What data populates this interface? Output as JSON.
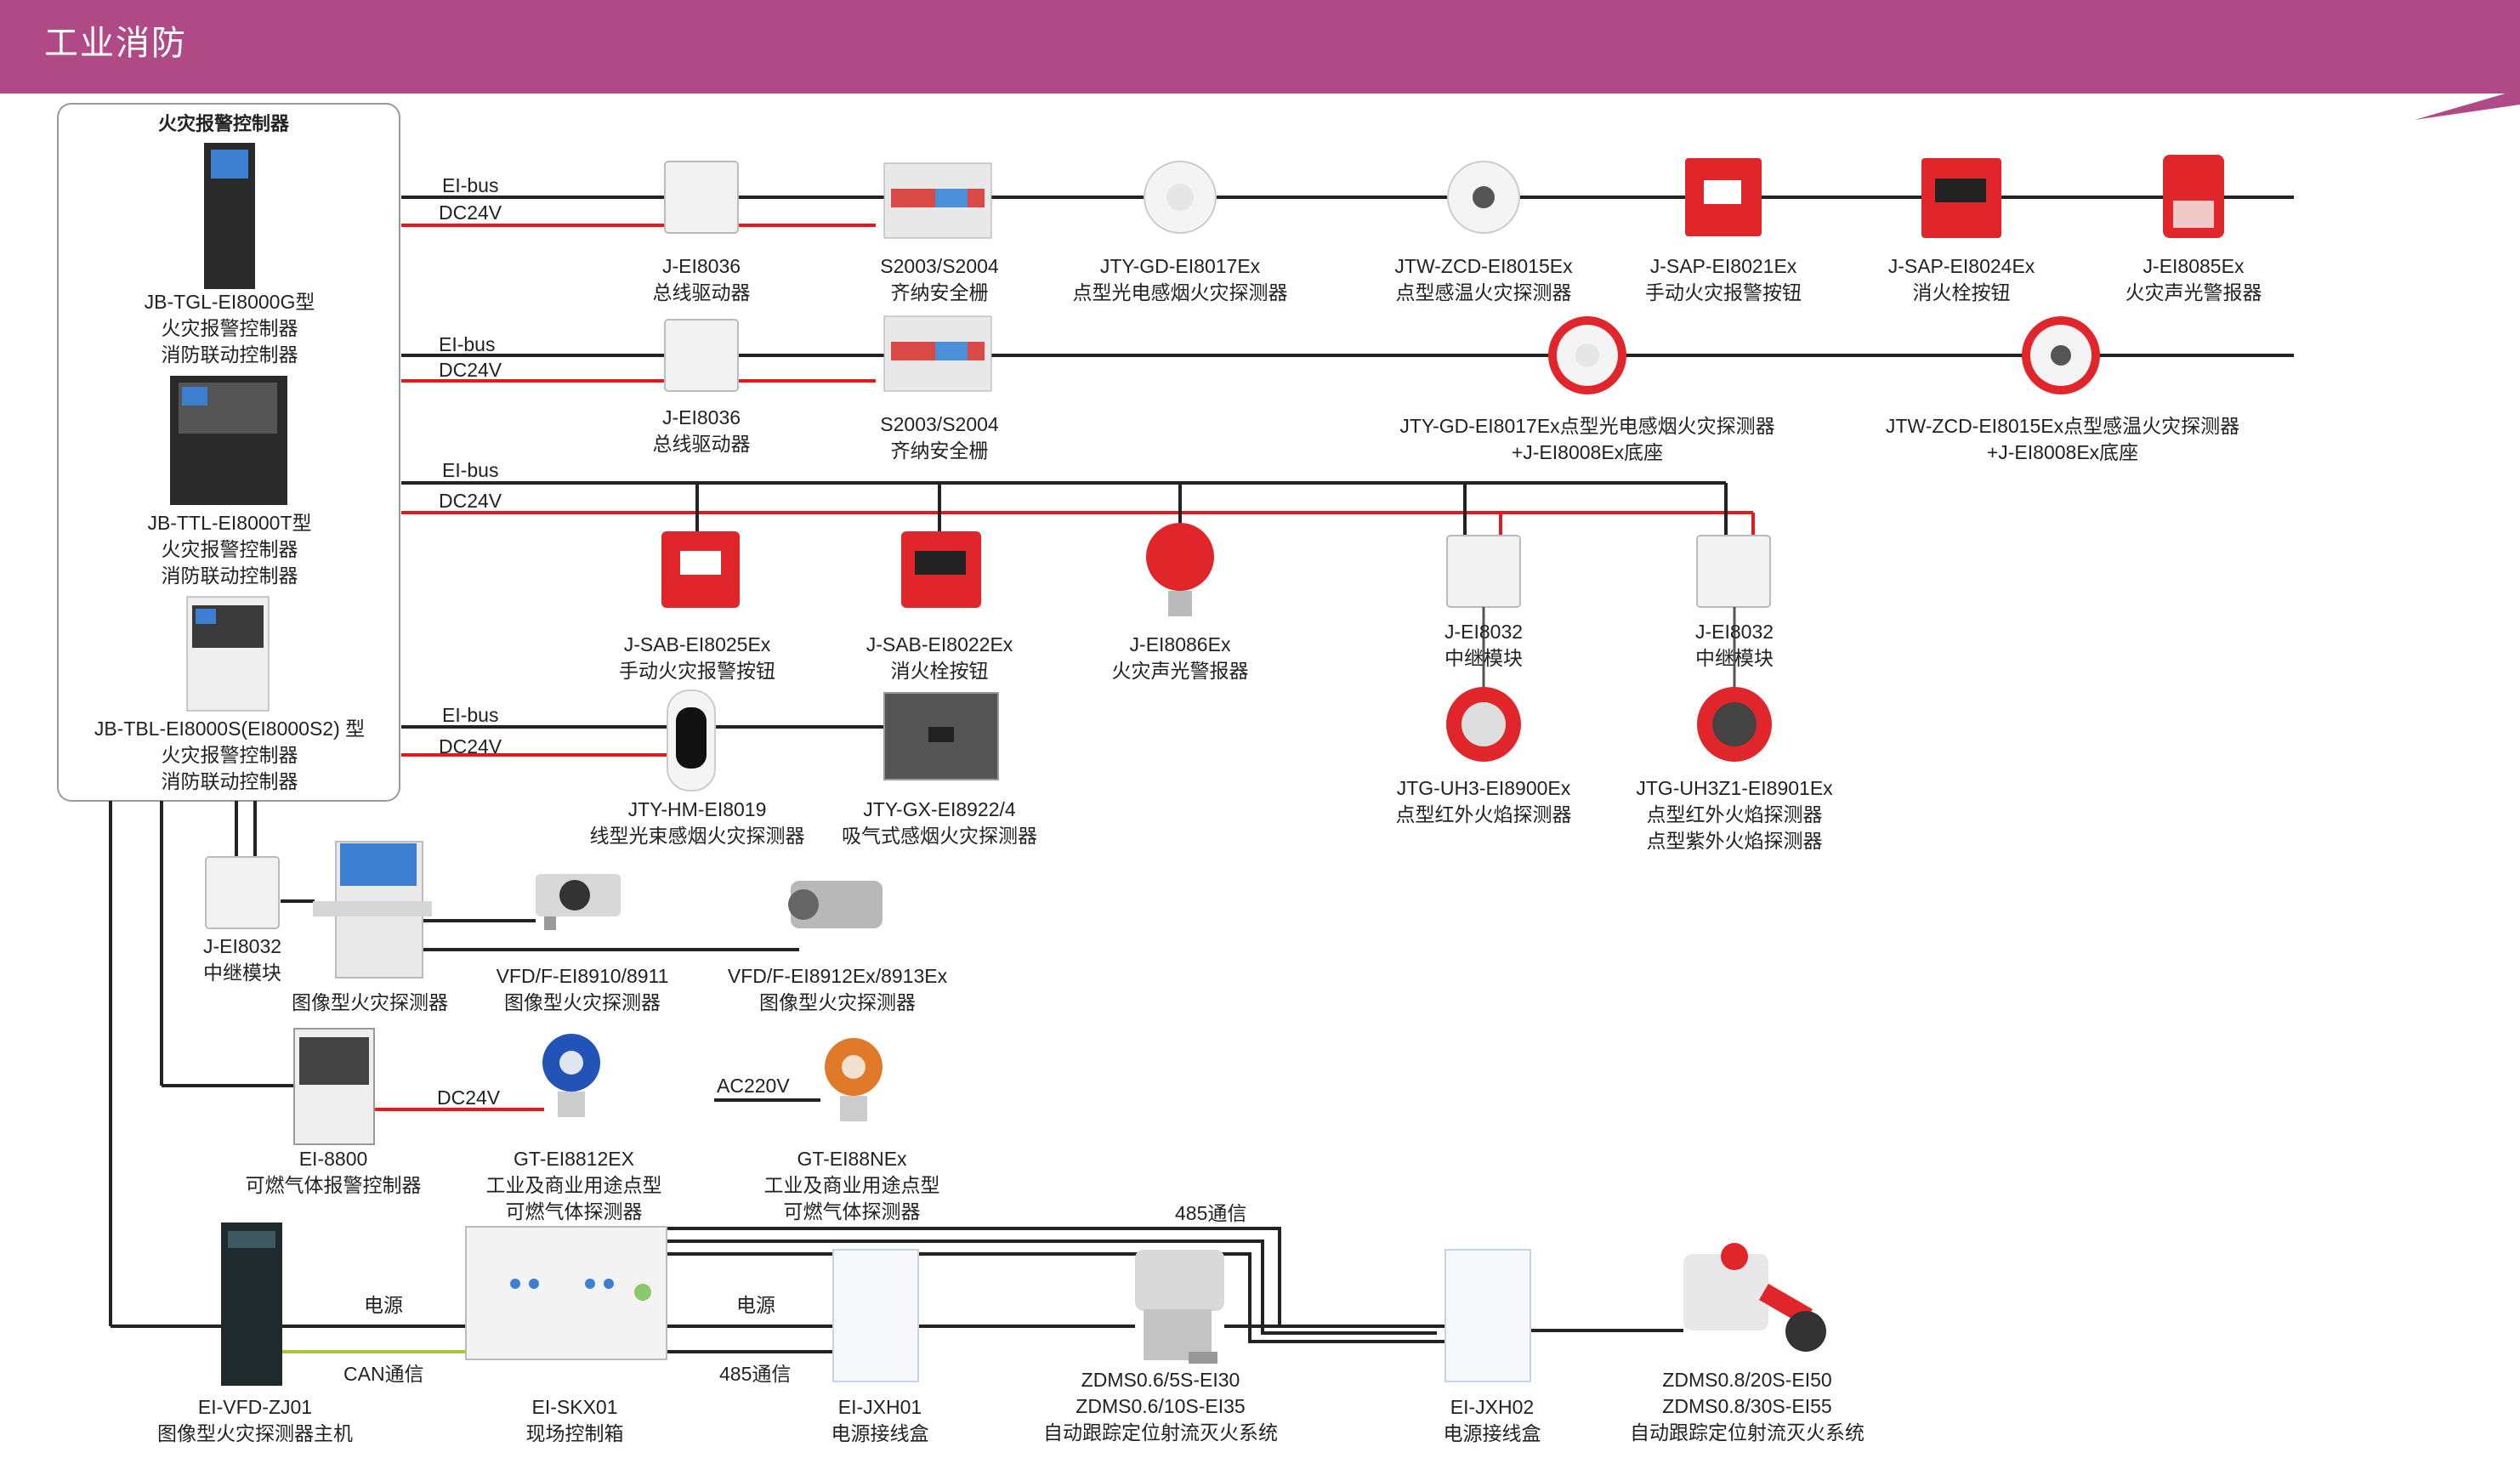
{
  "header": {
    "title": "工业消防",
    "color": "#b04a86"
  },
  "colors": {
    "bus_line": "#222222",
    "power_line": "#e3191b",
    "can_line": "#a8c43a",
    "device_red": "#e0252b"
  },
  "controller_box": {
    "title": "火灾报警控制器"
  },
  "controllers": [
    {
      "model": "JB-TGL-EI8000G型",
      "line2": "火灾报警控制器",
      "line3": "消防联动控制器"
    },
    {
      "model": "JB-TTL-EI8000T型",
      "line2": "火灾报警控制器",
      "line3": "消防联动控制器"
    },
    {
      "model": "JB-TBL-EI8000S(EI8000S2) 型",
      "line2": "火灾报警控制器",
      "line3": "消防联动控制器"
    }
  ],
  "bus_labels": {
    "eibus": "EI-bus",
    "dc24v": "DC24V",
    "ac220v": "AC220V",
    "power": "电源",
    "can": "CAN通信",
    "rs485": "485通信"
  },
  "row1": [
    {
      "model": "J-EI8036",
      "desc": "总线驱动器"
    },
    {
      "model": "S2003/S2004",
      "desc": "齐纳安全栅"
    },
    {
      "model": "JTY-GD-EI8017Ex",
      "desc": "点型光电感烟火灾探测器"
    },
    {
      "model": "JTW-ZCD-EI8015Ex",
      "desc": "点型感温火灾探测器"
    },
    {
      "model": "J-SAP-EI8021Ex",
      "desc": "手动火灾报警按钮"
    },
    {
      "model": "J-SAP-EI8024Ex",
      "desc": "消火栓按钮"
    },
    {
      "model": "J-EI8085Ex",
      "desc": "火灾声光警报器"
    }
  ],
  "row2": [
    {
      "model": "J-EI8036",
      "desc": "总线驱动器"
    },
    {
      "model": "S2003/S2004",
      "desc": "齐纳安全栅"
    },
    {
      "model": "JTY-GD-EI8017Ex点型光电感烟火灾探测器",
      "desc": "+J-EI8008Ex底座"
    },
    {
      "model": "JTW-ZCD-EI8015Ex点型感温火灾探测器",
      "desc": "+J-EI8008Ex底座"
    }
  ],
  "row3": [
    {
      "model": "J-SAB-EI8025Ex",
      "desc": "手动火灾报警按钮"
    },
    {
      "model": "J-SAB-EI8022Ex",
      "desc": "消火栓按钮"
    },
    {
      "model": "J-EI8086Ex",
      "desc": "火灾声光警报器"
    },
    {
      "model": "J-EI8032",
      "desc": "中继模块"
    },
    {
      "model": "J-EI8032",
      "desc": "中继模块"
    }
  ],
  "flame": [
    {
      "model": "JTG-UH3-EI8900Ex",
      "desc": "点型红外火焰探测器",
      "desc2": ""
    },
    {
      "model": "JTG-UH3Z1-EI8901Ex",
      "desc": "点型红外火焰探测器",
      "desc2": "点型紫外火焰探测器"
    }
  ],
  "row4": [
    {
      "model": "JTY-HM-EI8019",
      "desc": "线型光束感烟火灾探测器"
    },
    {
      "model": "JTY-GX-EI8922/4",
      "desc": "吸气式感烟火灾探测器"
    }
  ],
  "image_row": {
    "module": {
      "model": "J-EI8032",
      "desc": "中继模块"
    },
    "host": {
      "desc": "图像型火灾探测器"
    },
    "cam1": {
      "model": "VFD/F-EI8910/8911",
      "desc": "图像型火灾探测器"
    },
    "cam2": {
      "model": "VFD/F-EI8912Ex/8913Ex",
      "desc": "图像型火灾探测器"
    }
  },
  "gas_row": {
    "ctrl": {
      "model": "EI-8800",
      "desc": "可燃气体报警控制器"
    },
    "d1": {
      "model": "GT-EI8812EX",
      "desc": "工业及商业用途点型",
      "desc2": "可燃气体探测器"
    },
    "d2": {
      "model": "GT-EI88NEx",
      "desc": "工业及商业用途点型",
      "desc2": "可燃气体探测器"
    }
  },
  "bottom_row": {
    "host": {
      "model": "EI-VFD-ZJ01",
      "desc": "图像型火灾探测器主机"
    },
    "box": {
      "model": "EI-SKX01",
      "desc": "现场控制箱"
    },
    "jxh1": {
      "model": "EI-JXH01",
      "desc": "电源接线盒"
    },
    "cannon1": {
      "model": "ZDMS0.6/5S-EI30",
      "model2": "ZDMS0.6/10S-EI35",
      "desc": "自动跟踪定位射流灭火系统"
    },
    "jxh2": {
      "model": "EI-JXH02",
      "desc": "电源接线盒"
    },
    "cannon2": {
      "model": "ZDMS0.8/20S-EI50",
      "model2": "ZDMS0.8/30S-EI55",
      "desc": "自动跟踪定位射流灭火系统"
    }
  },
  "icons": {
    "cabinet": "cabinet-icon",
    "bus-driver": "bus-driver-icon",
    "barrier": "safety-barrier-icon",
    "smoke": "smoke-detector-icon",
    "heat": "heat-detector-icon",
    "callpoint": "manual-call-point-icon",
    "hydrant": "hydrant-button-icon",
    "strobe": "strobe-alarm-icon",
    "module": "relay-module-icon",
    "flame": "flame-detector-icon",
    "beam": "beam-detector-icon",
    "aspirating": "aspirating-detector-icon",
    "camera": "camera-icon",
    "gas": "gas-detector-icon",
    "cannon": "water-cannon-icon",
    "junction": "junction-box-icon"
  }
}
